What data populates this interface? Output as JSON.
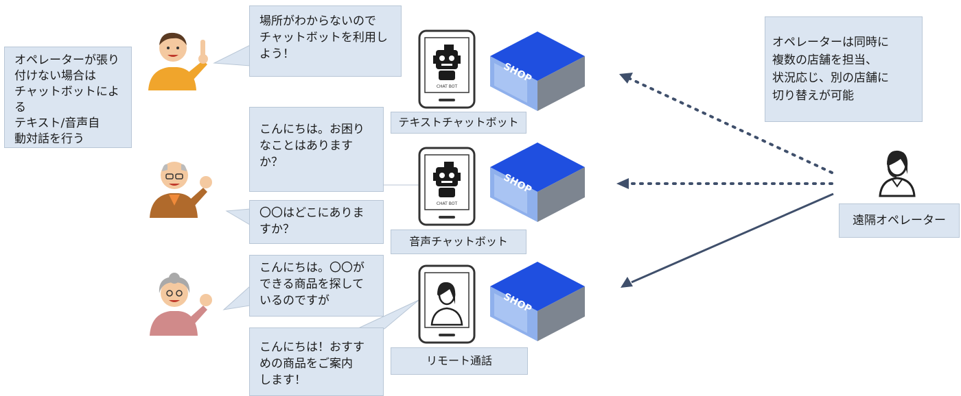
{
  "left_note": "オペレーターが張り\n付けない場合は\nチャットボットによる\nテキスト/音声自\n動対話を行う",
  "right_note": "オペレーターは同時に\n複数の店舗を担当、\n状況応じ、別の店舗に\n切り替えが可能",
  "operator_label": "遠隔オペレーター",
  "rows": [
    {
      "label": "テキストチャットボット",
      "bubbles": [
        "場所がわからないので\nチャットボットを利用し\nよう！"
      ],
      "device_screen": "CHAT BOT"
    },
    {
      "label": "音声チャットボット",
      "bubbles": [
        "こんにちは。お困り\nなことはあります\nか？",
        "〇〇はどこにありま\nすか？"
      ],
      "device_screen": "CHAT BOT"
    },
    {
      "label": "リモート通話",
      "bubbles": [
        "こんにちは。〇〇が\nできる商品を探して\nいるのですが",
        "こんにちは！おすす\nめの商品をご案内\nします！"
      ],
      "device_screen": ""
    }
  ],
  "shop_text": "SHOP",
  "colors": {
    "box_fill": "#dbe5f1",
    "shop_blue": "#1f4fe0",
    "arrow": "#3f4f6b"
  }
}
